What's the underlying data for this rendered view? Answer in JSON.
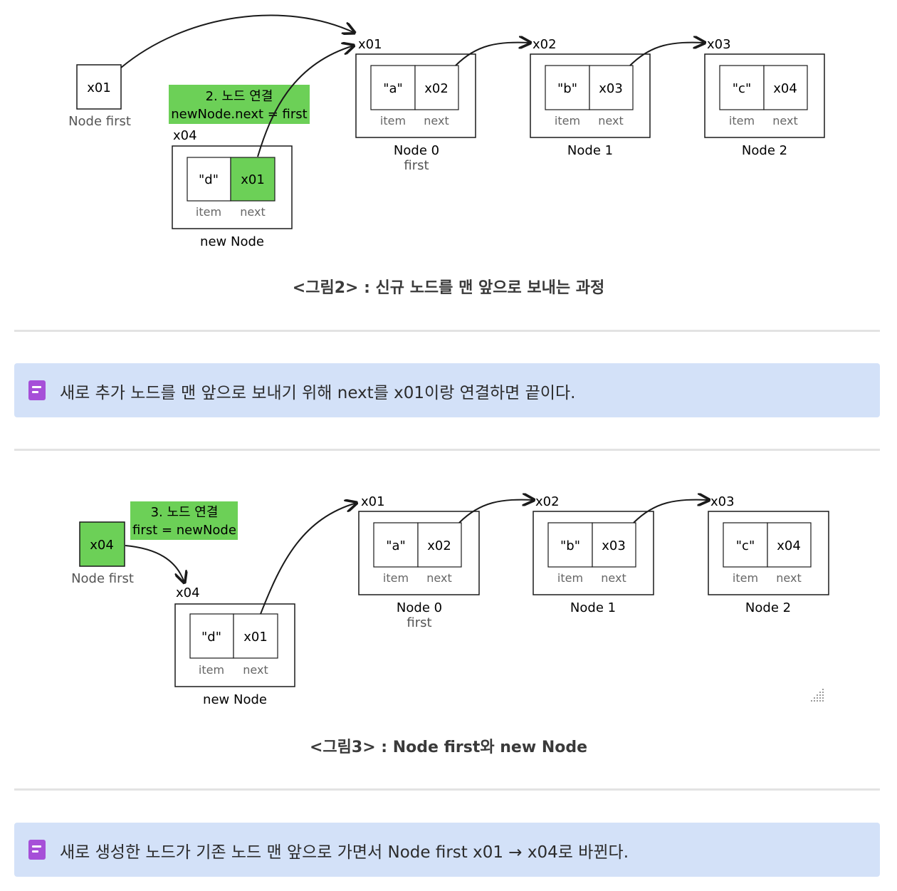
{
  "figure2": {
    "first_box": {
      "value": "x01",
      "label": "Node first"
    },
    "step_label": {
      "line1": "2. 노드 연결",
      "line2": "newNode.next = first"
    },
    "new_node": {
      "addr": "x04",
      "item": "\"d\"",
      "next": "x01",
      "item_label": "item",
      "next_label": "next",
      "name": "new Node"
    },
    "nodes": [
      {
        "addr": "x01",
        "item": "\"a\"",
        "next": "x02",
        "item_label": "item",
        "next_label": "next",
        "name": "Node 0",
        "sub": "first"
      },
      {
        "addr": "x02",
        "item": "\"b\"",
        "next": "x03",
        "item_label": "item",
        "next_label": "next",
        "name": "Node 1",
        "sub": ""
      },
      {
        "addr": "x03",
        "item": "\"c\"",
        "next": "x04",
        "item_label": "item",
        "next_label": "next",
        "name": "Node 2",
        "sub": ""
      }
    ],
    "caption": "<그림2> : 신규 노드를 맨 앞으로 보내는 과정"
  },
  "callout1": {
    "icon": "memo-icon",
    "text": "새로 추가 노드를 맨 앞으로 보내기 위해 next를 x01이랑 연결하면 끝이다."
  },
  "figure3": {
    "first_box": {
      "value": "x04",
      "label": "Node first"
    },
    "step_label": {
      "line1": "3. 노드 연결",
      "line2": "first = newNode"
    },
    "new_node": {
      "addr": "x04",
      "item": "\"d\"",
      "next": "x01",
      "item_label": "item",
      "next_label": "next",
      "name": "new Node"
    },
    "nodes": [
      {
        "addr": "x01",
        "item": "\"a\"",
        "next": "x02",
        "item_label": "item",
        "next_label": "next",
        "name": "Node 0",
        "sub": "first"
      },
      {
        "addr": "x02",
        "item": "\"b\"",
        "next": "x03",
        "item_label": "item",
        "next_label": "next",
        "name": "Node 1",
        "sub": ""
      },
      {
        "addr": "x03",
        "item": "\"c\"",
        "next": "x04",
        "item_label": "item",
        "next_label": "next",
        "name": "Node 2",
        "sub": ""
      }
    ],
    "caption": "<그림3> : Node first와 new Node"
  },
  "callout2": {
    "icon": "memo-icon",
    "text": "새로 생성한 노드가 기존 노드 맨 앞으로 가면서 Node first x01 → x04로 바뀐다."
  },
  "colors": {
    "highlight": "#6cd057",
    "callout_bg": "#d3e1f8",
    "icon": "#a64fd8",
    "divider": "#e3e3e3"
  }
}
